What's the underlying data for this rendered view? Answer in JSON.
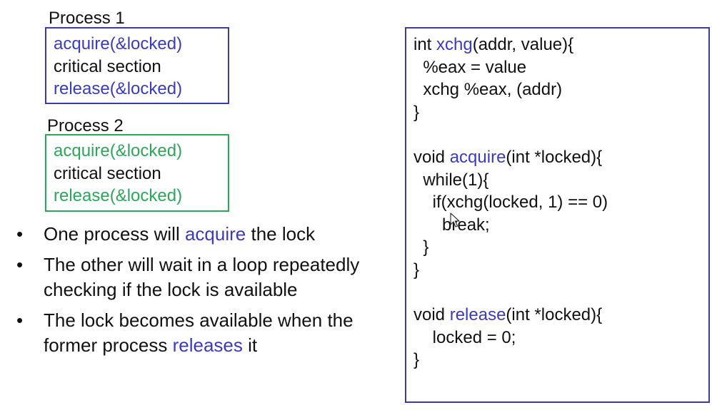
{
  "process1": {
    "title": "Process 1",
    "acquire": "acquire(&locked)",
    "critical": "critical section",
    "release": "release(&locked)"
  },
  "process2": {
    "title": "Process 2",
    "acquire": "acquire(&locked)",
    "critical": "critical section",
    "release": "release(&locked)"
  },
  "bullets": {
    "b1_pre": "One process will ",
    "b1_hl": "acquire",
    "b1_post": " the lock",
    "b2": "The other will wait in a loop repeatedly checking if the lock is available",
    "b3_pre": "The lock becomes available when the former process ",
    "b3_hl": "releases",
    "b3_post": " it"
  },
  "code": {
    "l1_a": "int ",
    "l1_b": "xchg",
    "l1_c": "(addr, value){",
    "l2": "  %eax = value",
    "l3": "  xchg %eax, (addr)",
    "l4": "}",
    "l6_a": "void ",
    "l6_b": "acquire",
    "l6_c": "(int *locked){",
    "l7": "  while(1){",
    "l8": "    if(xchg(locked, 1) == 0)",
    "l9": "      break;",
    "l10": "  }",
    "l11": "}",
    "l13_a": "void ",
    "l13_b": "release",
    "l13_c": "(int *locked){",
    "l14": "    locked = 0;",
    "l15": "}"
  },
  "colors": {
    "accent_blue": "#3b3bbf",
    "accent_green": "#2aa85a",
    "box_border_blue": "#3a3aa8"
  },
  "icons": {
    "cursor": "mouse-pointer-icon"
  }
}
